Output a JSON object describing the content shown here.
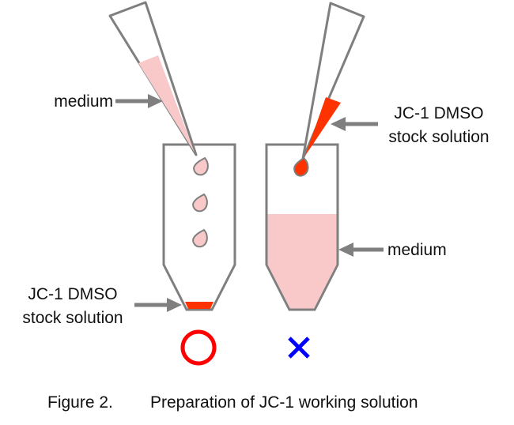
{
  "labels": {
    "left_medium": "medium",
    "left_stock_line1": "JC-1 DMSO",
    "left_stock_line2": "stock solution",
    "right_stock_line1": "JC-1 DMSO",
    "right_stock_line2": "stock solution",
    "right_medium": "medium"
  },
  "marks": {
    "correct": "correct-circle",
    "incorrect": "incorrect-cross"
  },
  "caption": {
    "number": "Figure 2.",
    "title": "Preparation of JC-1 working solution"
  },
  "colors": {
    "outline": "#7f7f7f",
    "medium_pink": "#f9c9c9",
    "stock_red": "#ff3300",
    "correct_red": "#ff0000",
    "incorrect_blue": "#0000ff",
    "arrow_gray": "#7f7f7f"
  }
}
